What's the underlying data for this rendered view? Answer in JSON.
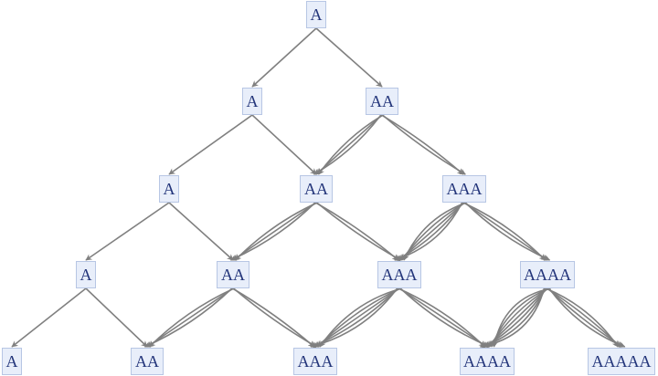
{
  "diagram": {
    "colors": {
      "node_fill": "#e8eefa",
      "node_border": "#b7c6e4",
      "node_text": "#23357a",
      "edge": "#808080"
    },
    "nodes": [
      {
        "id": "r0a",
        "label": "A"
      },
      {
        "id": "r1a",
        "label": "A"
      },
      {
        "id": "r1b",
        "label": "AA"
      },
      {
        "id": "r2a",
        "label": "A"
      },
      {
        "id": "r2b",
        "label": "AA"
      },
      {
        "id": "r2c",
        "label": "AAA"
      },
      {
        "id": "r3a",
        "label": "A"
      },
      {
        "id": "r3b",
        "label": "AA"
      },
      {
        "id": "r3c",
        "label": "AAA"
      },
      {
        "id": "r3d",
        "label": "AAAA"
      },
      {
        "id": "r4a",
        "label": "A"
      },
      {
        "id": "r4b",
        "label": "AA"
      },
      {
        "id": "r4c",
        "label": "AAA"
      },
      {
        "id": "r4d",
        "label": "AAAA"
      },
      {
        "id": "r4e",
        "label": "AAAAA"
      }
    ],
    "edges": [
      {
        "from": "r0a",
        "to": "r1a",
        "count": 1
      },
      {
        "from": "r0a",
        "to": "r1b",
        "count": 1
      },
      {
        "from": "r1a",
        "to": "r2a",
        "count": 1
      },
      {
        "from": "r1a",
        "to": "r2b",
        "count": 1
      },
      {
        "from": "r1b",
        "to": "r2b",
        "count": 3
      },
      {
        "from": "r1b",
        "to": "r2c",
        "count": 2
      },
      {
        "from": "r2a",
        "to": "r3a",
        "count": 1
      },
      {
        "from": "r2a",
        "to": "r3b",
        "count": 1
      },
      {
        "from": "r2b",
        "to": "r3b",
        "count": 3
      },
      {
        "from": "r2b",
        "to": "r3c",
        "count": 2
      },
      {
        "from": "r2c",
        "to": "r3c",
        "count": 5
      },
      {
        "from": "r2c",
        "to": "r3d",
        "count": 3
      },
      {
        "from": "r3a",
        "to": "r4a",
        "count": 1
      },
      {
        "from": "r3a",
        "to": "r4b",
        "count": 1
      },
      {
        "from": "r3b",
        "to": "r4b",
        "count": 3
      },
      {
        "from": "r3b",
        "to": "r4c",
        "count": 2
      },
      {
        "from": "r3c",
        "to": "r4c",
        "count": 5
      },
      {
        "from": "r3c",
        "to": "r4d",
        "count": 3
      },
      {
        "from": "r3d",
        "to": "r4d",
        "count": 7
      },
      {
        "from": "r3d",
        "to": "r4e",
        "count": 4
      }
    ]
  }
}
